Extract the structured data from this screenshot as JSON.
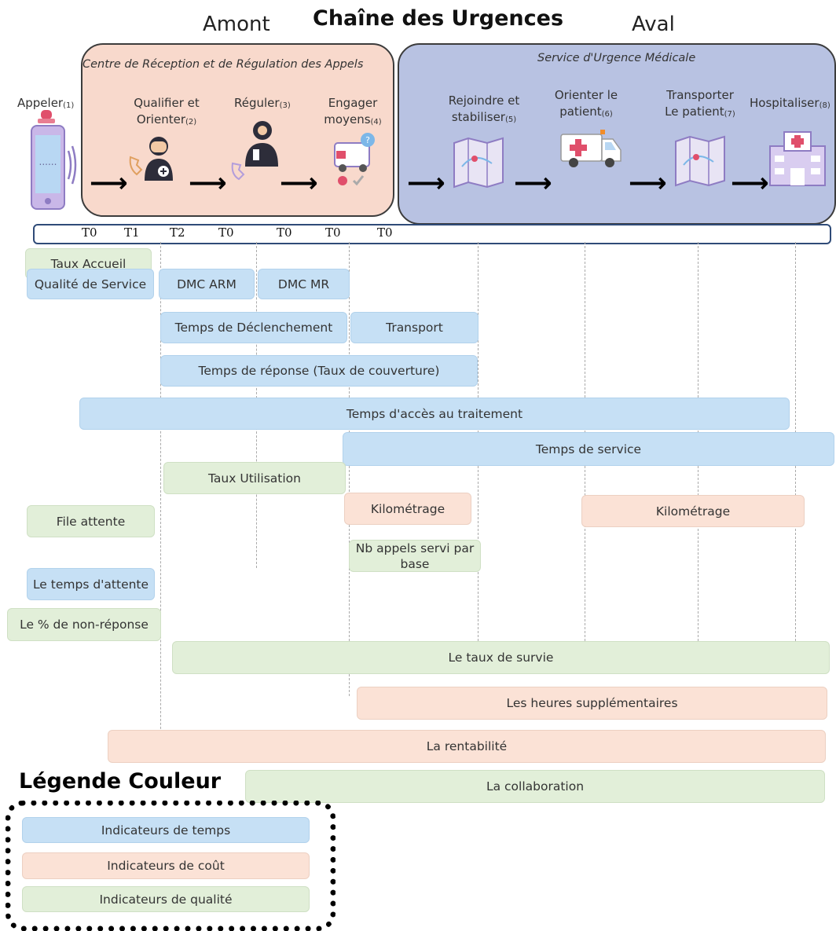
{
  "title": "Chaîne des Urgences",
  "phases": {
    "amont": "Amont",
    "aval": "Aval"
  },
  "regions": {
    "crra": "Centre de Réception et de Régulation des Appels",
    "sum": "Service d'Urgence Médicale"
  },
  "steps": [
    {
      "label": "Appeler",
      "num": "(1)"
    },
    {
      "line1": "Qualifier et",
      "line2": "Orienter",
      "num": "(2)"
    },
    {
      "label": "Réguler",
      "num": "(3)"
    },
    {
      "line1": "Engager",
      "line2": "moyens",
      "num": "(4)"
    },
    {
      "line1": "Rejoindre et",
      "line2": "stabiliser",
      "num": "(5)"
    },
    {
      "line1": "Orienter le",
      "line2": "patient",
      "num": "(6)"
    },
    {
      "line1": "Transporter",
      "line2": "Le patient",
      "num": "(7)"
    },
    {
      "label": "Hospitaliser",
      "num": "(8)"
    }
  ],
  "timeline": [
    "T0",
    "T1",
    "T2",
    "T0",
    "T0",
    "T0",
    "T0"
  ],
  "indicators": {
    "taux_accueil": "Taux Accueil",
    "qualite_service": "Qualité de Service",
    "dmc_arm": "DMC ARM",
    "dmc_mr": "DMC MR",
    "temps_declenchement": "Temps de Déclenchement",
    "transport": "Transport",
    "temps_reponse": "Temps de réponse (Taux de couverture)",
    "temps_acces": "Temps d'accès au traitement",
    "temps_service": "Temps de service",
    "taux_utilisation": "Taux Utilisation",
    "kilometrage_1": "Kilométrage",
    "kilometrage_2": "Kilométrage",
    "file_attente": "File attente",
    "nb_appels": "Nb appels servi par base",
    "temps_attente": "Le temps d'attente",
    "non_reponse": "Le % de non-réponse",
    "taux_survie": "Le taux de survie",
    "heures_sup": "Les heures supplémentaires",
    "rentabilite": "La rentabilité",
    "collaboration": "La collaboration"
  },
  "legend": {
    "title": "Légende Couleur",
    "items": {
      "temps": "Indicateurs de temps",
      "cout": "Indicateurs de coût",
      "qualite": "Indicateurs de qualité"
    }
  },
  "colors": {
    "temps": "#c6e0f5",
    "cout": "#fbe2d6",
    "qualite": "#e2efd9",
    "amont_region": "#f8d9cc",
    "aval_region": "#b8c2e2"
  }
}
